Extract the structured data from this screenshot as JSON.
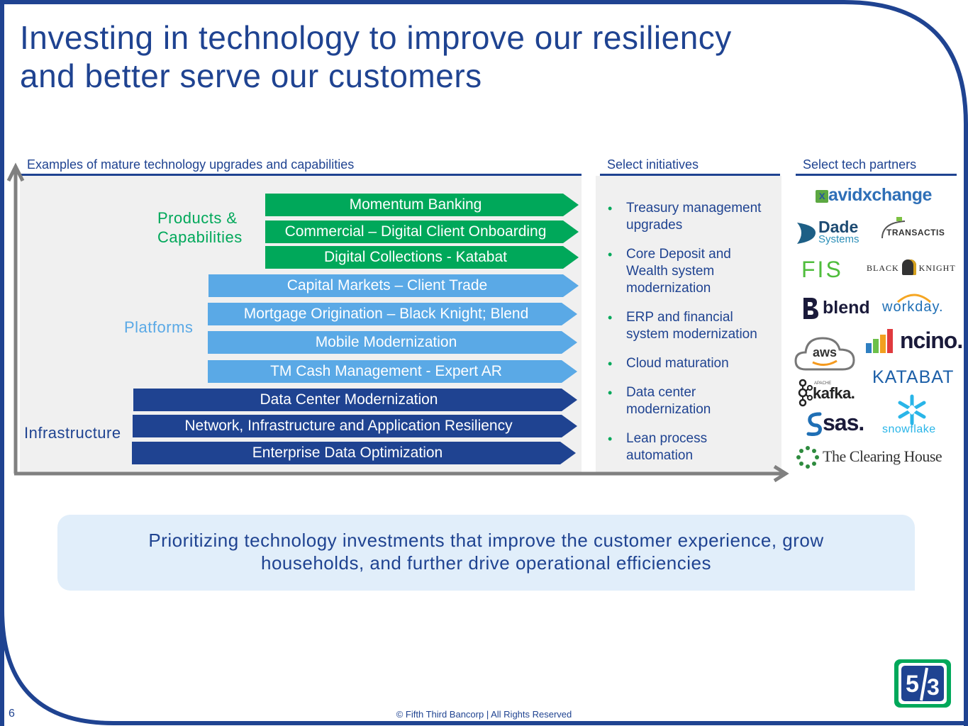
{
  "title_line1": "Investing in technology to improve our resiliency",
  "title_line2": "and better serve our customers",
  "sections": {
    "examples": "Examples of mature technology upgrades and capabilities",
    "initiatives": "Select initiatives",
    "partners": "Select tech partners"
  },
  "categories": {
    "products_line1": "Products &",
    "products_line2": "Capabilities",
    "platforms": "Platforms",
    "infrastructure": "Infrastructure"
  },
  "bars": {
    "products": [
      "Momentum Banking",
      "Commercial – Digital Client Onboarding",
      "Digital Collections - Katabat"
    ],
    "platforms": [
      "Capital Markets – Client Trade",
      "Mortgage Origination – Black Knight; Blend",
      "Mobile Modernization",
      "TM Cash Management - Expert AR"
    ],
    "infrastructure": [
      "Data Center Modernization",
      "Network, Infrastructure and Application Resiliency",
      "Enterprise Data Optimization"
    ]
  },
  "initiatives": [
    {
      "line1": "Treasury management",
      "line2": "upgrades"
    },
    {
      "line1": "Core Deposit and",
      "line2": "Wealth system",
      "line3": "modernization"
    },
    {
      "line1": "ERP and financial",
      "line2": "system modernization"
    },
    {
      "line1": "Cloud maturation"
    },
    {
      "line1": "Data center",
      "line2": "modernization"
    },
    {
      "line1": "Lean process",
      "line2": "automation"
    }
  ],
  "partners": {
    "avidxchange_x": "x",
    "avidxchange": "avidxchange",
    "dade_top": "Dade",
    "dade_bottom": "Systems",
    "transactis": "TRANSACTIS",
    "fis": "FIS",
    "blackknight_a": "BLACK",
    "blackknight_b": "KNIGHT",
    "blend": "blend",
    "workday": "workday.",
    "aws": "aws",
    "ncino": "ncino.",
    "katabat": "KATABAT",
    "kafka_small": "APACHE",
    "kafka": "kafka.",
    "sas": "sas.",
    "snowflake": "snowflake",
    "clearinghouse": "The Clearing House"
  },
  "banner_line1": "Prioritizing technology investments that improve the customer experience, grow",
  "banner_line2": "households, and further drive operational efficiencies",
  "page_number": "6",
  "footer": "© Fifth Third Bancorp | All Rights Reserved",
  "colors": {
    "navy": "#1f4391",
    "green": "#00a85a",
    "light_blue": "#5aa9e6",
    "panel": "#f0f0f0",
    "banner": "#e1eefa"
  }
}
